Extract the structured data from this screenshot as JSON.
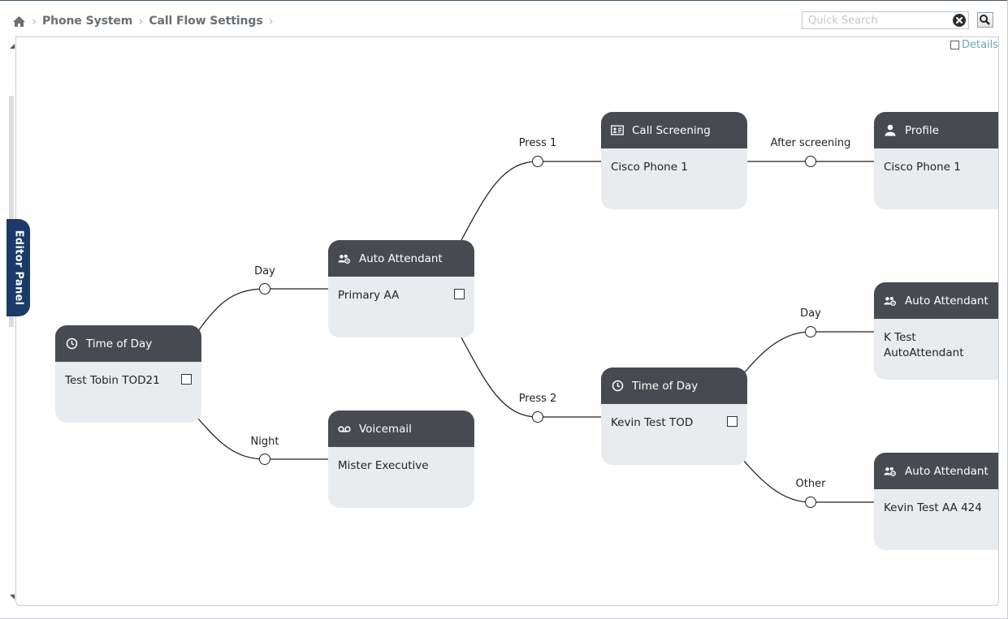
{
  "breadcrumb": {
    "home_icon": "home-icon",
    "items": [
      "Phone System",
      "Call Flow Settings"
    ]
  },
  "search": {
    "placeholder": "Quick Search",
    "value": ""
  },
  "editor_panel": {
    "label": "Editor Panel"
  },
  "details": {
    "label": "Details",
    "checked": false
  },
  "colors": {
    "node_header": "#474b51",
    "node_body": "#e8ecef",
    "editor_tab": "#1c3a67",
    "details_link": "#6aa5bb"
  },
  "nodes": {
    "tod_root": {
      "type": "Time of Day",
      "icon": "clock-icon",
      "name": "Test Tobin TOD21",
      "has_checkbox": true
    },
    "aa_primary": {
      "type": "Auto Attendant",
      "icon": "users-gear-icon",
      "name": "Primary AA",
      "has_checkbox": true
    },
    "voicemail": {
      "type": "Voicemail",
      "icon": "voicemail-icon",
      "name": "Mister Executive",
      "has_checkbox": false
    },
    "call_screening": {
      "type": "Call Screening",
      "icon": "id-card-icon",
      "name": "Cisco Phone 1",
      "has_checkbox": false
    },
    "tod_kevin": {
      "type": "Time of Day",
      "icon": "clock-icon",
      "name": "Kevin Test TOD",
      "has_checkbox": true
    },
    "profile": {
      "type": "Profile",
      "icon": "user-icon",
      "name": "Cisco Phone 1",
      "has_checkbox": false
    },
    "aa_ktest": {
      "type": "Auto Attendant",
      "icon": "users-gear-icon",
      "name": "K Test AutoAttendant",
      "has_checkbox": false
    },
    "aa_kevin424": {
      "type": "Auto Attendant",
      "icon": "users-gear-icon",
      "name": "Kevin Test AA 424",
      "has_checkbox": false
    }
  },
  "edges": {
    "day_root": "Day",
    "night_root": "Night",
    "press1": "Press 1",
    "press2": "Press 2",
    "after_screening": "After screening",
    "day_kevin": "Day",
    "other_kevin": "Other"
  }
}
